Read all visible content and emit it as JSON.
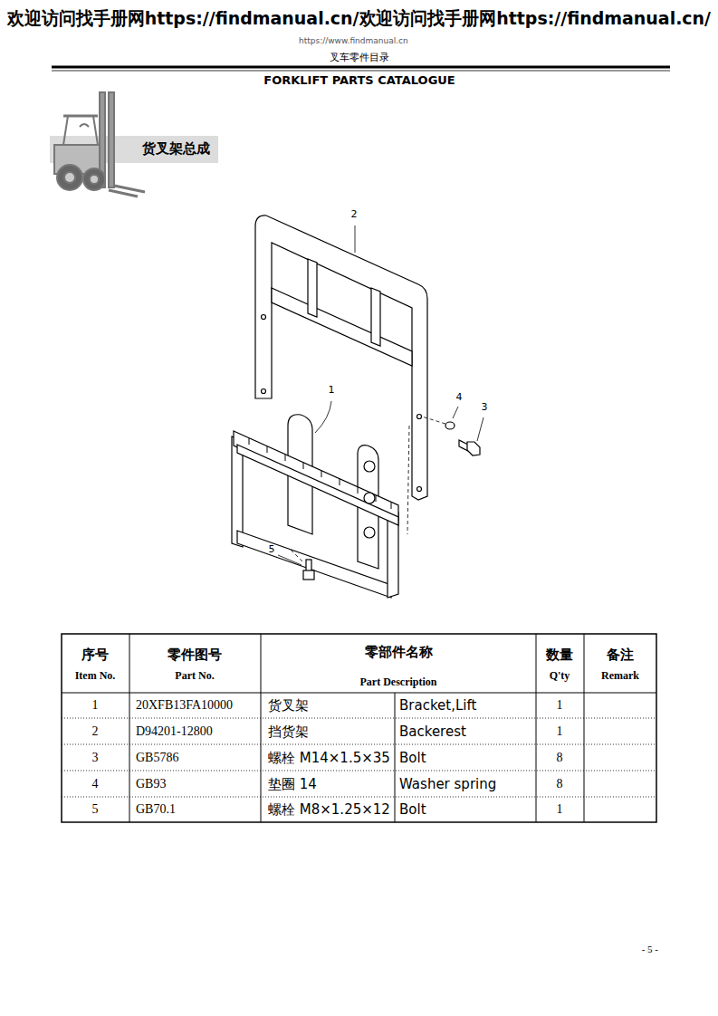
{
  "diagram": {
    "title": "货叉架总成",
    "labels": [
      "欢迎访问找手册网https://findmanual.cn/欢迎访问找手册网https://findmanual.cn/",
      "https://www.findmanual.cn",
      "叉车零件目录",
      "FORKLIFT PARTS CATALOGUE",
      "2",
      "1",
      "4",
      "3",
      "5",
      "序号",
      "Item No.",
      "零件图号",
      "Part No.",
      "零部件名称",
      "Part Description",
      "数量",
      "Q'ty",
      "备注",
      "Remark",
      "1",
      "20XFB13FA10000",
      "货叉架",
      "Bracket,Lift",
      "1",
      "2",
      "D94201-12800",
      "挡货架",
      "Backerest",
      "1",
      "3",
      "GB5786",
      "螺栓 M14×1.5×35",
      "Bolt",
      "8",
      "4",
      "GB93",
      "垫圈 14",
      "Washer spring",
      "8",
      "5",
      "GB70.1",
      "螺栓 M8×1.25×12",
      "Bolt",
      "1",
      "- 5 -"
    ]
  }
}
